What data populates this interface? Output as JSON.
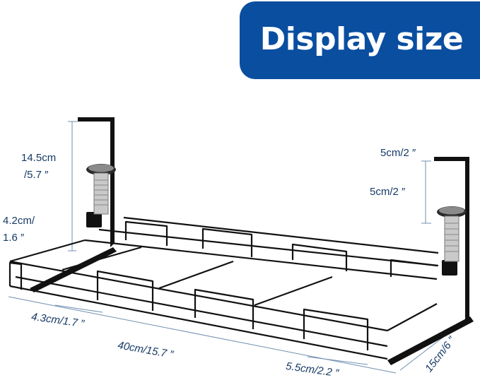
{
  "banner": {
    "title": "Display size"
  },
  "dimensions": {
    "height_clamp": [
      "14.5cm",
      "/5.7 ″"
    ],
    "clamp_lower": [
      "4.2cm/",
      "1.6 ″"
    ],
    "clamp_gap_top": "5cm/2 ″",
    "clamp_gap_mid": "5cm/2 ″",
    "wire_spacing": "4.3cm/1.7 ″",
    "length": "40cm/15.7 ″",
    "end_spacing": "5.5cm/2.2 ″",
    "depth": "15cm/6 ″"
  },
  "colors": {
    "banner_bg": "#0a4ea0",
    "text": "#163a66",
    "metal": "#111111",
    "dimline": "#6f8fb0"
  }
}
